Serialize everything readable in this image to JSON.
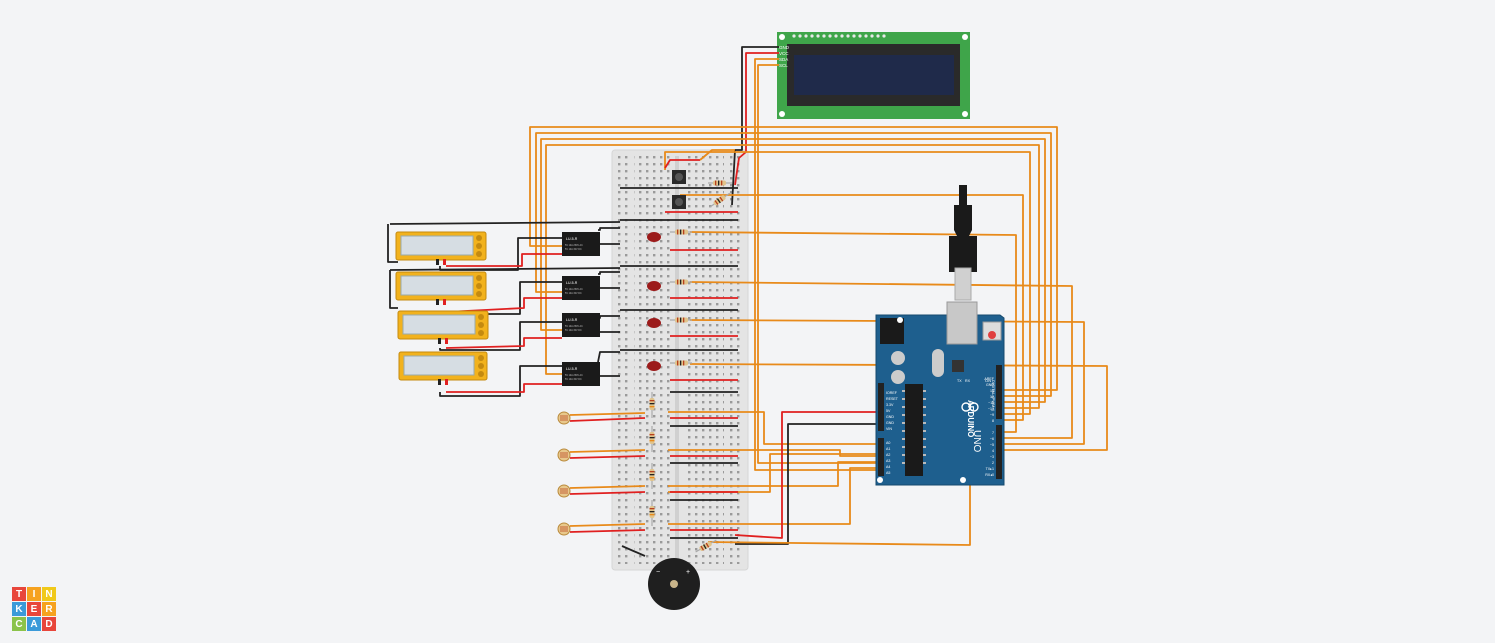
{
  "app": {
    "logo_letters": [
      "T",
      "I",
      "N",
      "K",
      "E",
      "R",
      "C",
      "A",
      "D"
    ],
    "logo_colors": [
      "#e8463b",
      "#f6a21f",
      "#f0c91a",
      "#3b9ad9",
      "#e8463b",
      "#f6a21f",
      "#8bc34a",
      "#3b9ad9",
      "#e8463b"
    ]
  },
  "colors": {
    "background": "#f3f4f6",
    "wire_orange": "#e88a1a",
    "wire_red": "#e02020",
    "wire_black": "#222222",
    "arduino_blue": "#1e5f8e",
    "lcd_green": "#3fa54a",
    "lcd_screen": "#1f2a4a",
    "breadboard": "#e6e6e6"
  },
  "lcd": {
    "pin_labels": [
      "GND",
      "VCC",
      "SDA",
      "SCL"
    ]
  },
  "arduino": {
    "brand": "ARDUINO",
    "model": "UNO",
    "power_pins": [
      "IOREF",
      "RESET",
      "3.3V",
      "5V",
      "GND",
      "GND",
      "VIN"
    ],
    "analog_pins": [
      "A0",
      "A1",
      "A2",
      "A3",
      "A4",
      "A5"
    ],
    "digital_header_top": [
      "AREF",
      "GND",
      "13",
      "12",
      "~11",
      "~10",
      "~9",
      "8"
    ],
    "digital_header_bottom": [
      "7",
      "~6",
      "~5",
      "4",
      "~3",
      "2",
      "TX▸1",
      "RX◂0"
    ],
    "header_label": "DIGITAL (PWM~)",
    "on_label": "ON",
    "tx_label": "TX",
    "rx_label": "RX"
  },
  "relays": [
    {
      "label": "LU-5-R",
      "line1": "5V 10A 250V AC",
      "line2": "5V 10A 30V DC"
    },
    {
      "label": "LU-5-R",
      "line1": "5V 10A 250V AC",
      "line2": "5V 10A 30V DC"
    },
    {
      "label": "LU-5-R",
      "line1": "5V 10A 250V AC",
      "line2": "5V 10A 30V DC"
    },
    {
      "label": "LU-5-R",
      "line1": "5V 10A 250V AC",
      "line2": "5V 10A 30V DC"
    }
  ],
  "buzzer": {
    "minus": "−",
    "plus": "+"
  }
}
